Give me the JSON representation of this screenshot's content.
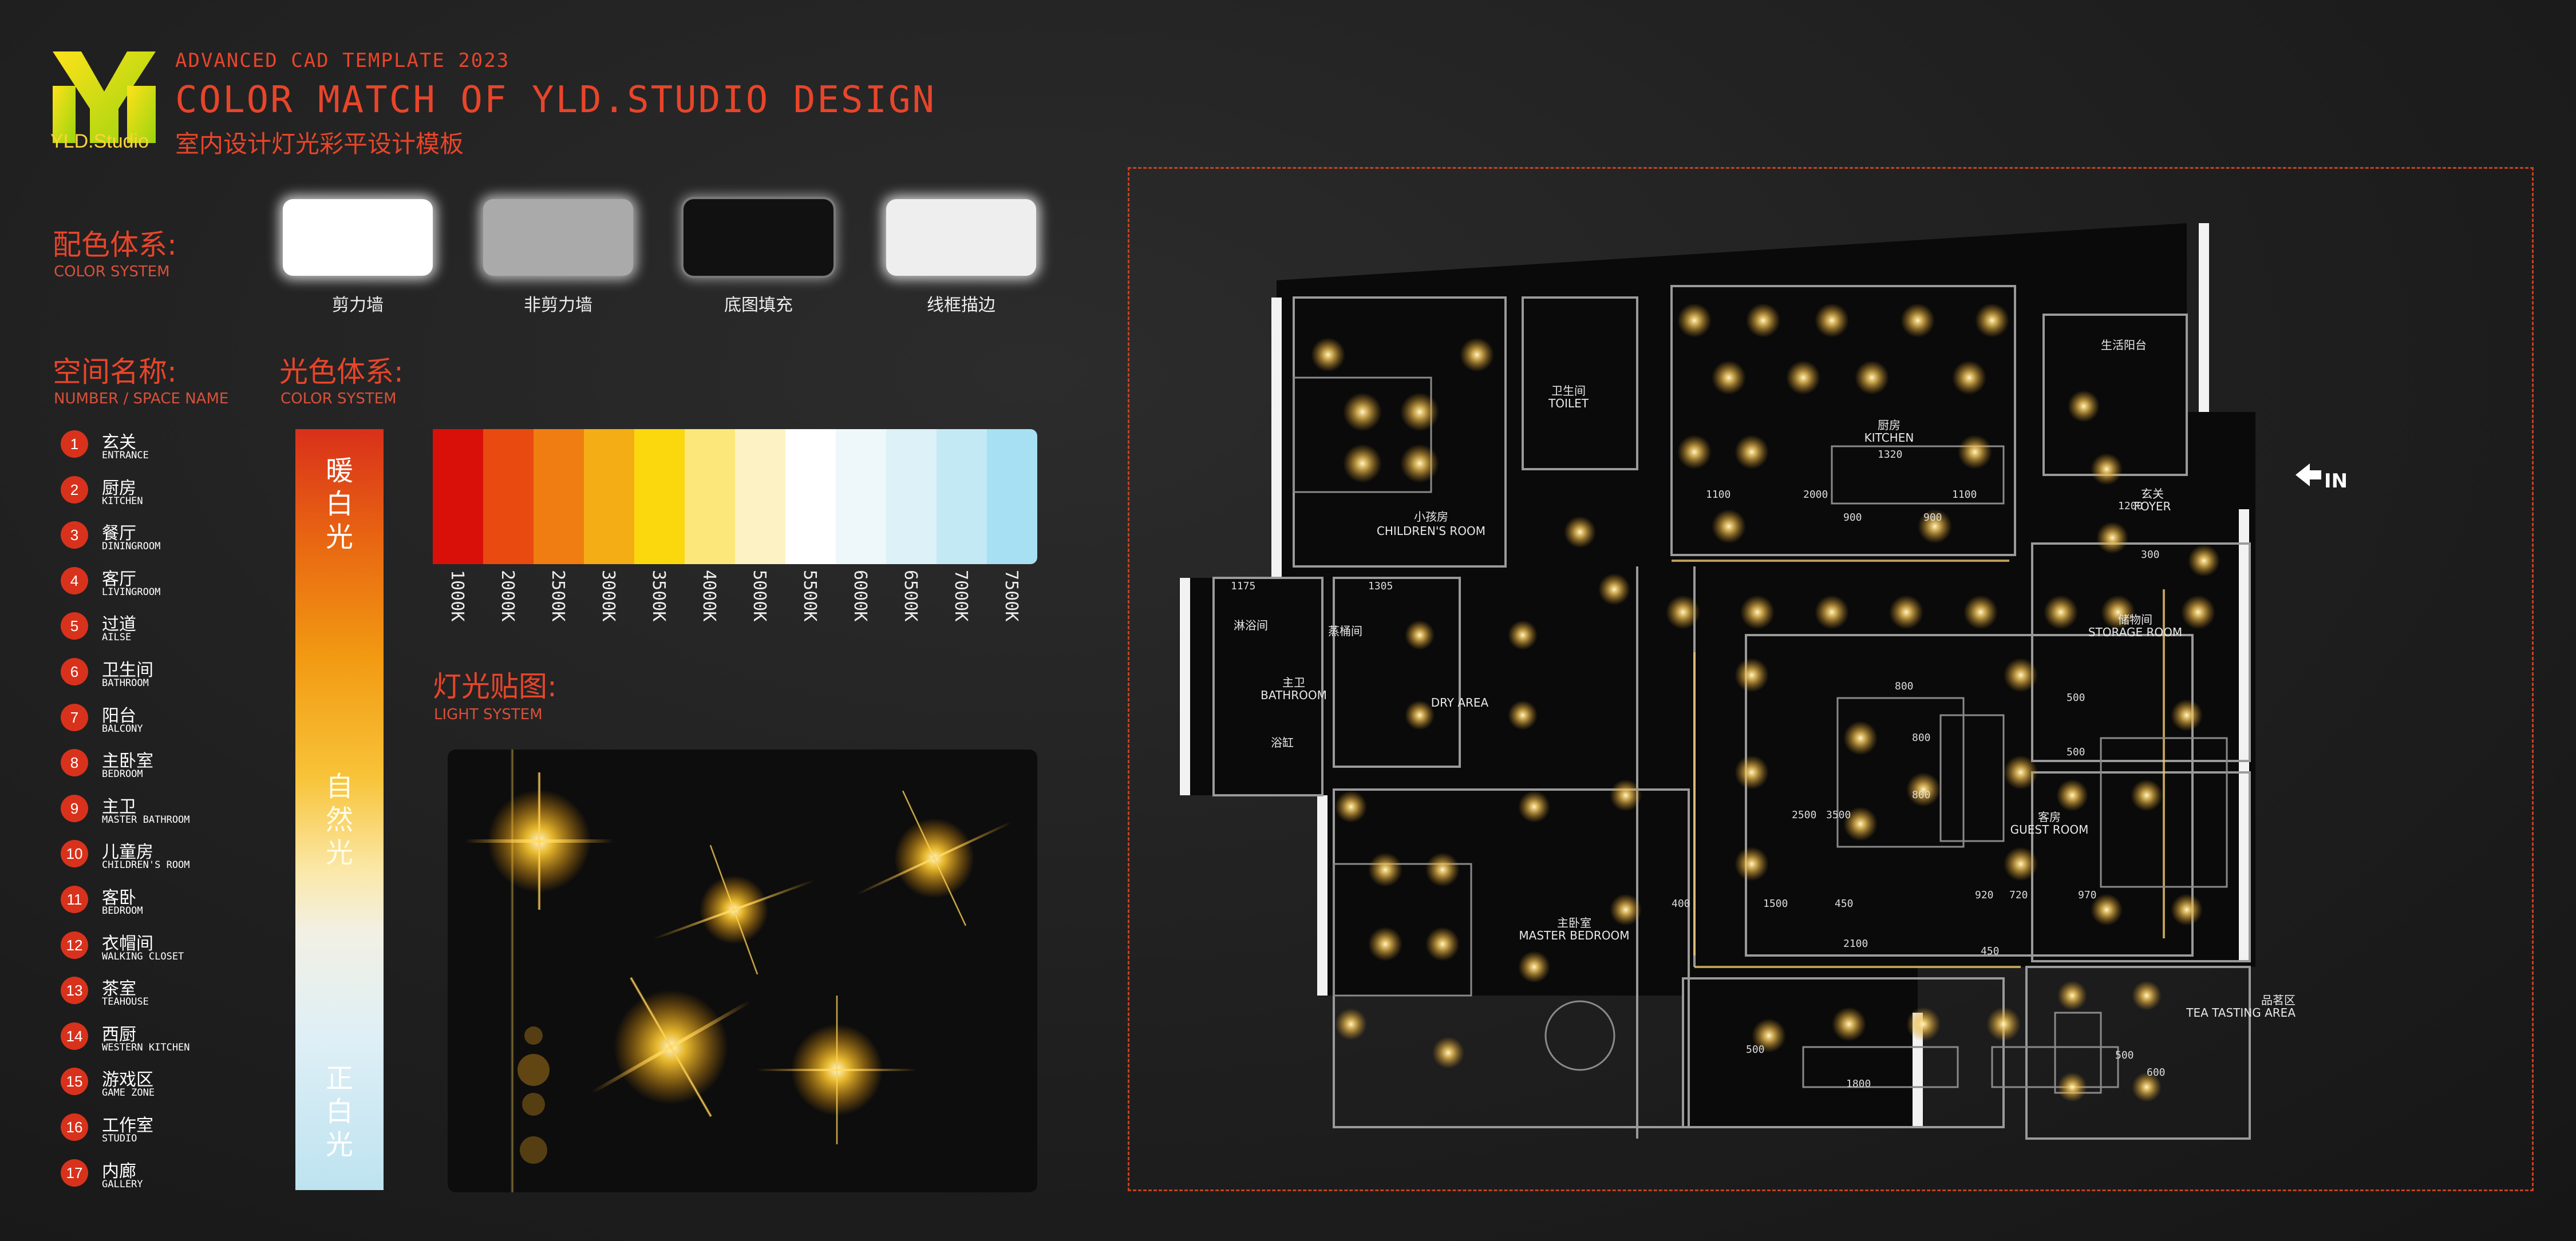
{
  "header": {
    "logo_caption": "YLD.Studio",
    "line1": "ADVANCED CAD TEMPLATE 2023",
    "line2": "COLOR MATCH OF YLD.STUDIO DESIGN",
    "line3": "室内设计灯光彩平设计模板"
  },
  "color_system": {
    "title_cn": "配色体系:",
    "title_en": "COLOR SYSTEM",
    "swatches": [
      {
        "label": "剪力墙",
        "color": "#ffffff"
      },
      {
        "label": "非剪力墙",
        "color": "#a9a9a9"
      },
      {
        "label": "底图填充",
        "color": "#111111"
      },
      {
        "label": "线框描边",
        "color": "#eeeeee"
      }
    ]
  },
  "space_names": {
    "title_cn": "空间名称:",
    "title_en": "NUMBER / SPACE NAME",
    "items": [
      {
        "num": "1",
        "cn": "玄关",
        "en": "ENTRANCE"
      },
      {
        "num": "2",
        "cn": "厨房",
        "en": "KITCHEN"
      },
      {
        "num": "3",
        "cn": "餐厅",
        "en": "DININGROOM"
      },
      {
        "num": "4",
        "cn": "客厅",
        "en": "LIVINGROOM"
      },
      {
        "num": "5",
        "cn": "过道",
        "en": "AILSE"
      },
      {
        "num": "6",
        "cn": "卫生间",
        "en": "BATHROOM"
      },
      {
        "num": "7",
        "cn": "阳台",
        "en": "BALCONY"
      },
      {
        "num": "8",
        "cn": "主卧室",
        "en": "BEDROOM"
      },
      {
        "num": "9",
        "cn": "主卫",
        "en": "MASTER BATHROOM"
      },
      {
        "num": "10",
        "cn": "儿童房",
        "en": "CHILDREN'S ROOM"
      },
      {
        "num": "11",
        "cn": "客卧",
        "en": "BEDROOM"
      },
      {
        "num": "12",
        "cn": "衣帽间",
        "en": "WALKING CLOSET"
      },
      {
        "num": "13",
        "cn": "茶室",
        "en": "TEAHOUSE"
      },
      {
        "num": "14",
        "cn": "西厨",
        "en": "WESTERN KITCHEN"
      },
      {
        "num": "15",
        "cn": "游戏区",
        "en": "GAME ZONE"
      },
      {
        "num": "16",
        "cn": "工作室",
        "en": "STUDIO"
      },
      {
        "num": "17",
        "cn": "内廊",
        "en": "GALLERY"
      }
    ]
  },
  "light_color": {
    "title_cn": "光色体系:",
    "title_en": "COLOR SYSTEM",
    "warm": "暖白光",
    "natural": "自然光",
    "white": "正白光",
    "temps": [
      {
        "k": "1000K",
        "color": "#d90f0a"
      },
      {
        "k": "2000K",
        "color": "#e84a10"
      },
      {
        "k": "2500K",
        "color": "#f07d12"
      },
      {
        "k": "3000K",
        "color": "#f5ad16"
      },
      {
        "k": "3500K",
        "color": "#fbd80e"
      },
      {
        "k": "4000K",
        "color": "#fce77a"
      },
      {
        "k": "5000K",
        "color": "#fdf2c4"
      },
      {
        "k": "5500K",
        "color": "#ffffff"
      },
      {
        "k": "6000K",
        "color": "#eef8fb"
      },
      {
        "k": "6500K",
        "color": "#dcf1f8"
      },
      {
        "k": "7000K",
        "color": "#c3e9f5"
      },
      {
        "k": "7500K",
        "color": "#a6e0f2"
      }
    ]
  },
  "light_system": {
    "title_cn": "灯光贴图:",
    "title_en": "LIGHT SYSTEM"
  },
  "plan": {
    "entry_label": "IN",
    "rooms": [
      {
        "cn": "小孩房",
        "en": "CHILDREN'S ROOM"
      },
      {
        "cn": "卫生间",
        "en": "TOILET"
      },
      {
        "cn": "厨房",
        "en": "KITCHEN"
      },
      {
        "cn": "生活阳台",
        "en": ""
      },
      {
        "cn": "玄关",
        "en": "FOYER"
      },
      {
        "cn": "淋浴间",
        "en": ""
      },
      {
        "cn": "蒸桶间",
        "en": ""
      },
      {
        "cn": "主卫",
        "en": "BATHROOM"
      },
      {
        "cn": "浴缸",
        "en": ""
      },
      {
        "cn": "",
        "en": "DRY AREA"
      },
      {
        "cn": "储物间",
        "en": "STORAGE ROOM"
      },
      {
        "cn": "客房",
        "en": "GUEST ROOM"
      },
      {
        "cn": "主卧室",
        "en": "MASTER BEDROOM"
      },
      {
        "cn": "品茗区",
        "en": "TEA TASTING AREA"
      }
    ],
    "dims": [
      "1100",
      "2000",
      "1100",
      "1175",
      "1305",
      "1320",
      "1200",
      "300",
      "800",
      "500",
      "500",
      "800",
      "800",
      "2500",
      "3500",
      "400",
      "1500",
      "450",
      "920",
      "720",
      "970",
      "2100",
      "450",
      "1800",
      "600",
      "500",
      "900",
      "900",
      "500"
    ]
  }
}
